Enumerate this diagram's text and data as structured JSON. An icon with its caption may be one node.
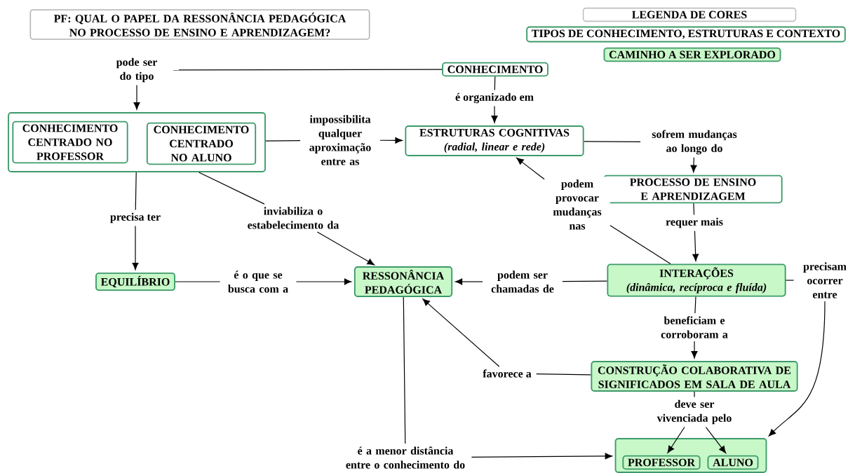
{
  "diagram": {
    "nodes": [
      {
        "text": [
          "PF: QUAL O PAPEL DA RESSONÂNCIA PEDAGÓGICA NO PROCESSO DE ENSINO E APRENDIZAGEM?"
        ]
      },
      {
        "text": [
          "LEGENDA DE CORES"
        ]
      },
      {
        "text": [
          "TIPOS DE CONHECIMENTO, ESTRUTURAS E CONTEXTO"
        ]
      },
      {
        "text": [
          "CAMINHO A SER EXPLORADO"
        ]
      },
      {
        "text": [
          "pode ser do tipo"
        ]
      },
      {
        "text": [
          "CONHECIMENTO"
        ]
      },
      {
        "text": [
          "é organizado em"
        ]
      },
      {
        "text": [],
        "shape": "box"
      },
      {
        "text": [
          "CONHECIMENTO CENTRADO NO PROFESSOR"
        ],
        "in": 7
      },
      {
        "text": [
          "CONHECIMENTO CENTRADO NO ALUNO"
        ],
        "in": 7
      },
      {
        "text": [
          "impossibilita qualquer aproximação entre as"
        ]
      },
      {
        "text": [
          "ESTRUTURAS COGNITIVAS",
          "(radial, linear e rede)"
        ]
      },
      {
        "text": [
          "sofrem mudanças ao longo do"
        ]
      },
      {
        "text": [
          "PROCESSO DE ENSINO E APRENDIZAGEM"
        ]
      },
      {
        "text": [
          "podem provocar mudanças nas"
        ]
      },
      {
        "text": [
          "precisa ter"
        ]
      },
      {
        "text": [
          "inviabiliza o estabelecimento da"
        ]
      },
      {
        "text": [
          "requer mais"
        ]
      },
      {
        "text": [
          "EQUILÍBRIO"
        ]
      },
      {
        "text": [
          "é o que se busca com a"
        ]
      },
      {
        "text": [
          "RESSONÂNCIA PEDAGÓGICA"
        ]
      },
      {
        "text": [
          "podem ser chamadas de"
        ]
      },
      {
        "text": [
          "INTERAÇÕES",
          "(dinâmica, recíproca e fluída)"
        ]
      },
      {
        "text": [
          "precisam ocorrer entre"
        ]
      },
      {
        "text": [
          "beneficiam e corroboram a"
        ]
      },
      {
        "text": [
          "favorece a"
        ]
      },
      {
        "text": [
          "CONSTRUÇÃO COLABORATIVA DE SIGNIFICADOS EM SALA DE AULA"
        ]
      },
      {
        "text": [
          "deve ser vivenciada pelo"
        ]
      },
      {
        "text": [
          "é a menor distância entre o conhecimento do"
        ]
      },
      {
        "text": [],
        "shape": "box"
      },
      {
        "text": [
          "PROFESSOR"
        ],
        "in": 29
      },
      {
        "text": [
          "ALUNO"
        ],
        "in": 29
      }
    ],
    "edges": [
      {
        "from": 5,
        "to": 4,
        "arrow": "none"
      },
      {
        "from": 4,
        "to": 7,
        "arrow": "to"
      },
      {
        "from": 5,
        "to": 6,
        "arrow": "none"
      },
      {
        "from": 6,
        "to": 11,
        "arrow": "to"
      },
      {
        "from": 7,
        "to": 10,
        "arrow": "none"
      },
      {
        "from": 10,
        "to": 11,
        "arrow": "to"
      },
      {
        "from": 11,
        "to": 12,
        "arrow": "none"
      },
      {
        "from": 12,
        "to": 13,
        "arrow": "to"
      },
      {
        "from": 13,
        "to": 17,
        "arrow": "none"
      },
      {
        "from": 17,
        "to": 22,
        "arrow": "to"
      },
      {
        "from": 22,
        "to": 14,
        "arrow": "none"
      },
      {
        "from": 14,
        "to": 11,
        "arrow": "to"
      },
      {
        "from": 7,
        "to": 15,
        "arrow": "none"
      },
      {
        "from": 15,
        "to": 18,
        "arrow": "to"
      },
      {
        "from": 7,
        "to": 16,
        "arrow": "none"
      },
      {
        "from": 16,
        "to": 20,
        "arrow": "to"
      },
      {
        "from": 18,
        "to": 19,
        "arrow": "none"
      },
      {
        "from": 19,
        "to": 20,
        "arrow": "to"
      },
      {
        "from": 22,
        "to": 21,
        "arrow": "none"
      },
      {
        "from": 21,
        "to": 20,
        "arrow": "to"
      },
      {
        "from": 22,
        "to": 24,
        "arrow": "none"
      },
      {
        "from": 24,
        "to": 26,
        "arrow": "to"
      },
      {
        "from": 26,
        "to": 25,
        "arrow": "none"
      },
      {
        "from": 25,
        "to": 20,
        "arrow": "to"
      },
      {
        "from": 22,
        "to": 23,
        "arrow": "none"
      },
      {
        "from": 23,
        "to": 29,
        "arrow": "to"
      },
      {
        "from": 26,
        "to": 27,
        "arrow": "none"
      },
      {
        "from": 27,
        "to": 30,
        "arrow": "to"
      },
      {
        "from": 27,
        "to": 31,
        "arrow": "to"
      },
      {
        "from": 20,
        "to": 28,
        "arrow": "none"
      },
      {
        "from": 28,
        "to": 29,
        "arrow": "to"
      }
    ]
  }
}
